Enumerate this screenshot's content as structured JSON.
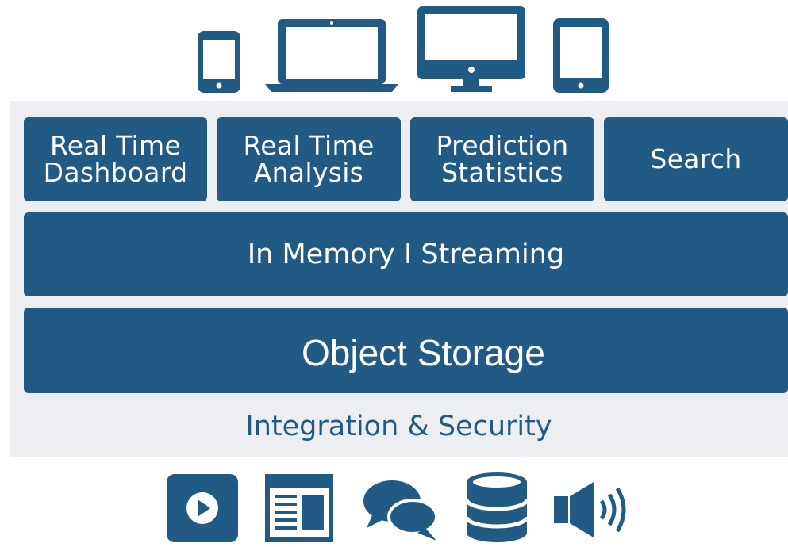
{
  "devices": [
    {
      "icon": "smartphone-icon"
    },
    {
      "icon": "laptop-icon"
    },
    {
      "icon": "desktop-monitor-icon"
    },
    {
      "icon": "tablet-icon"
    }
  ],
  "apps": [
    {
      "line1": "Real Time",
      "line2": "Dashboard"
    },
    {
      "line1": "Real Time",
      "line2": "Analysis"
    },
    {
      "line1": "Prediction",
      "line2": "Statistics"
    },
    {
      "line1": "Search",
      "line2": ""
    }
  ],
  "layers": {
    "memory": "In Memory I Streaming",
    "storage": "Object Storage",
    "integration": "Integration & Security"
  },
  "sources": [
    {
      "icon": "video-play-icon"
    },
    {
      "icon": "document-icon"
    },
    {
      "icon": "chat-bubbles-icon"
    },
    {
      "icon": "database-icon"
    },
    {
      "icon": "audio-speaker-icon"
    }
  ],
  "colors": {
    "primary": "#215a85",
    "panel": "#eceef1",
    "text_on_primary": "#ffffff"
  }
}
